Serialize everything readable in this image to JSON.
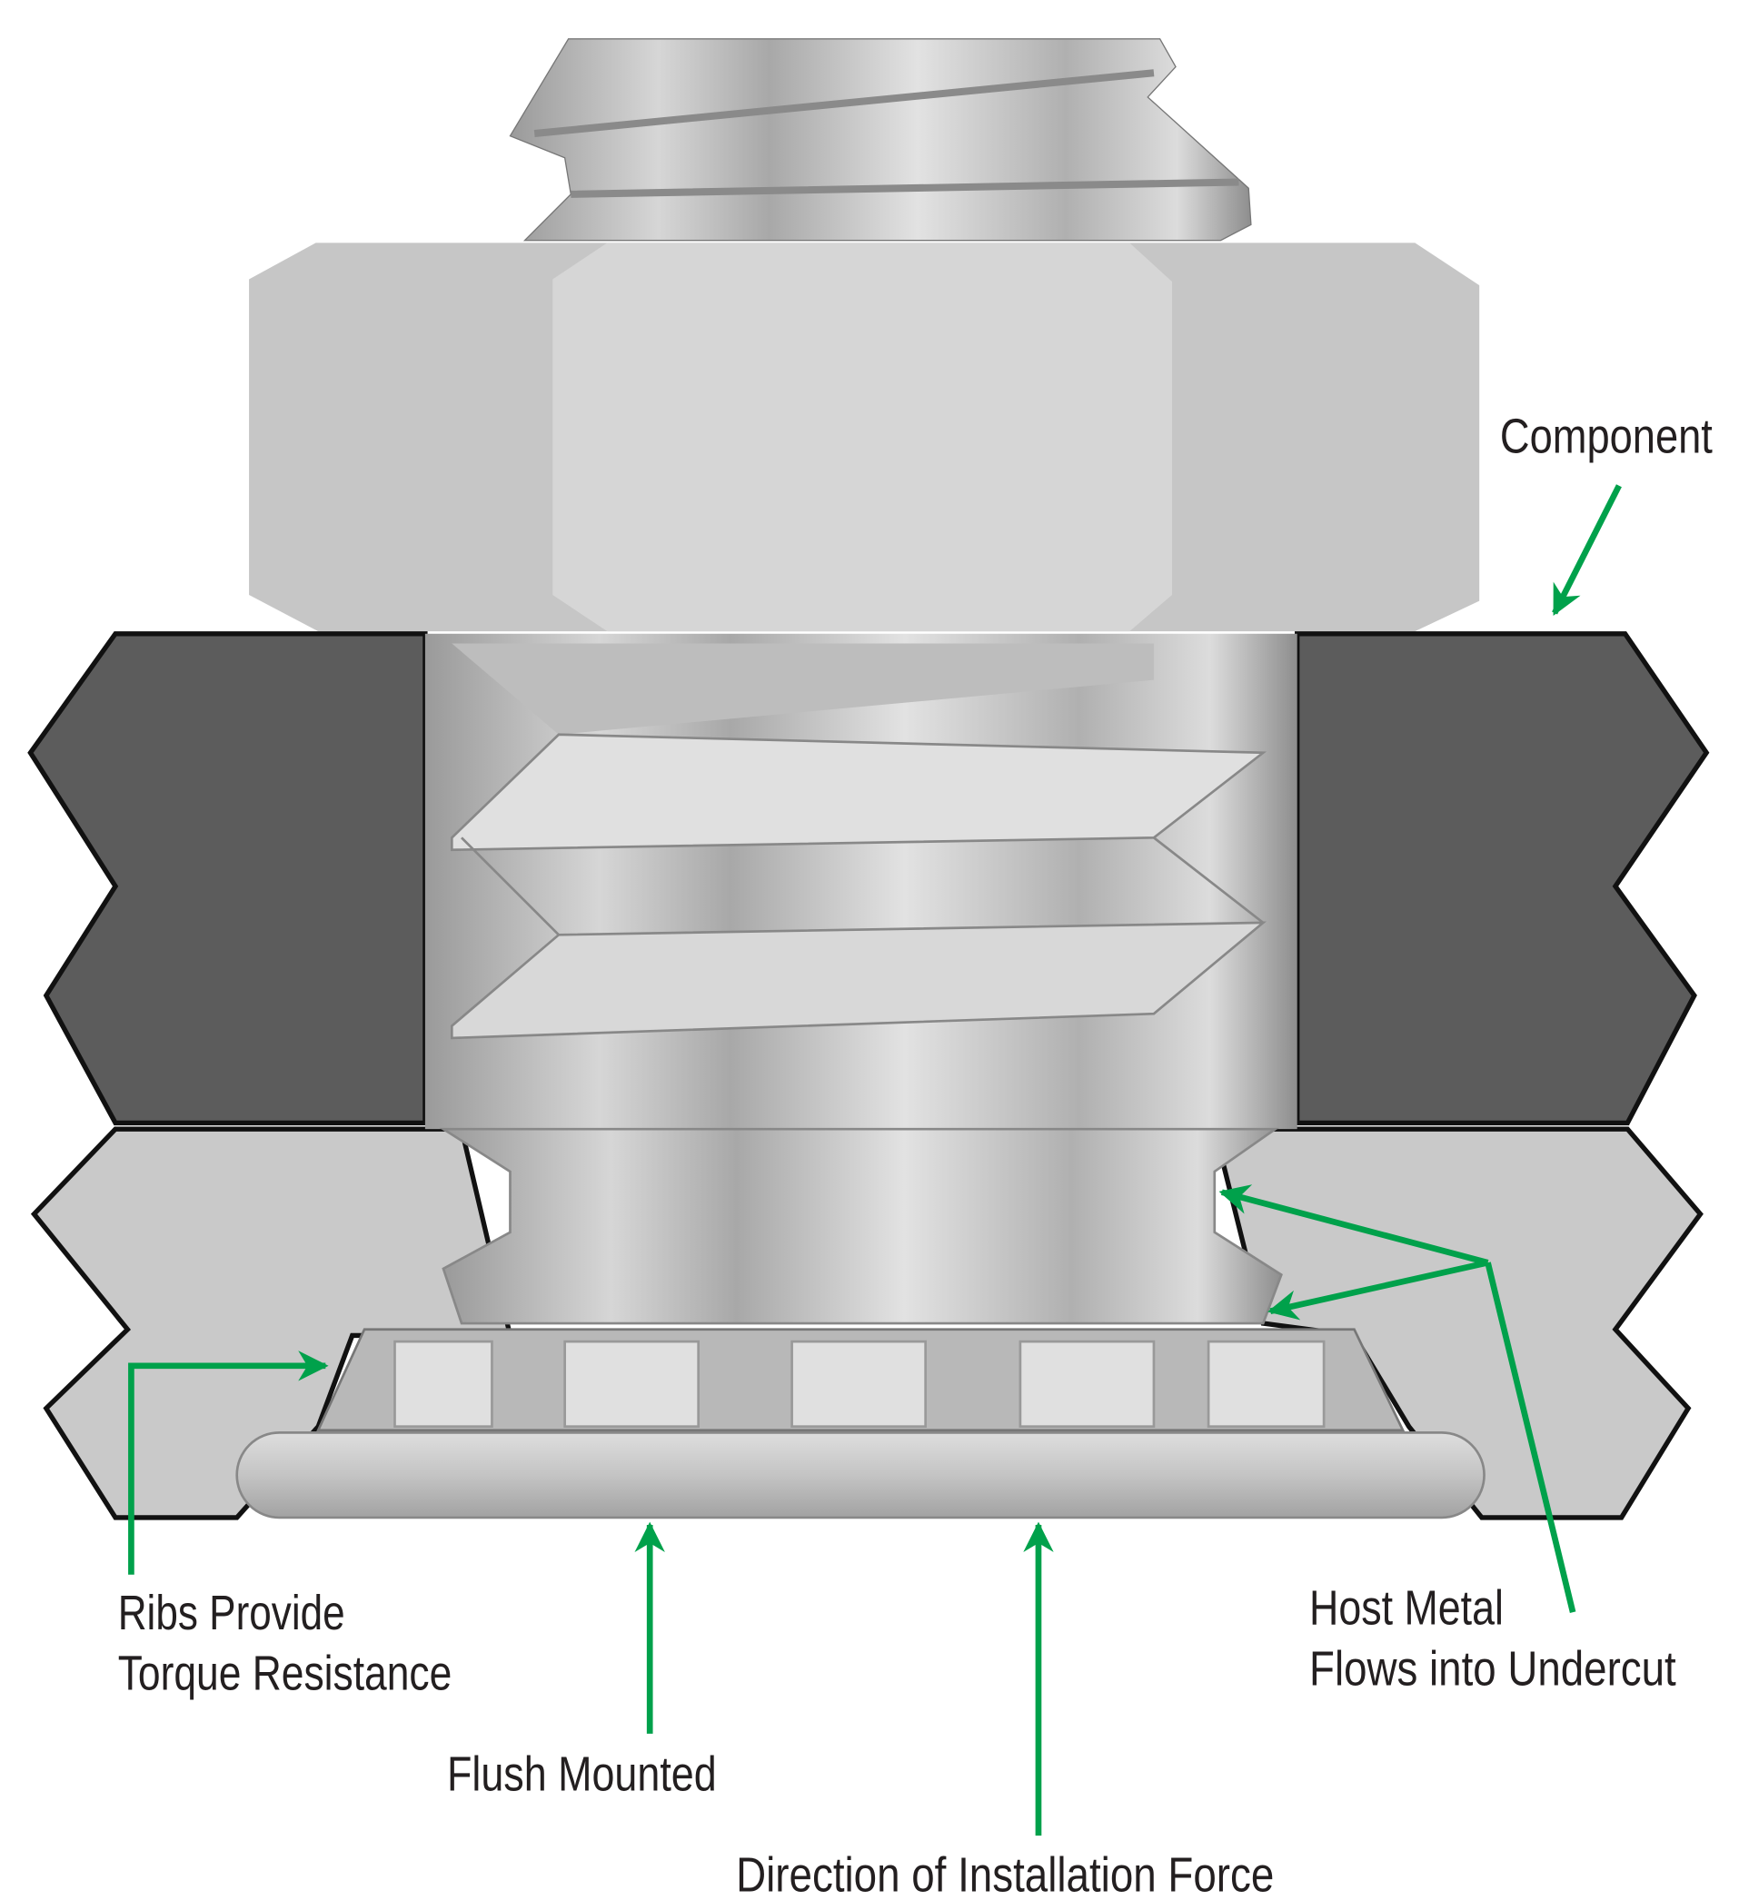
{
  "labels": {
    "component": "Component",
    "ribs_line1": "Ribs Provide",
    "ribs_line2": "Torque Resistance",
    "host_line1": "Host Metal",
    "host_line2": "Flows into Undercut",
    "flush": "Flush Mounted",
    "direction": "Direction of Installation Force"
  },
  "colors": {
    "arrow": "#00a14b",
    "component_plate": "#5c5c5c",
    "host_plate": "#c9c9c9",
    "text": "#231f20"
  }
}
